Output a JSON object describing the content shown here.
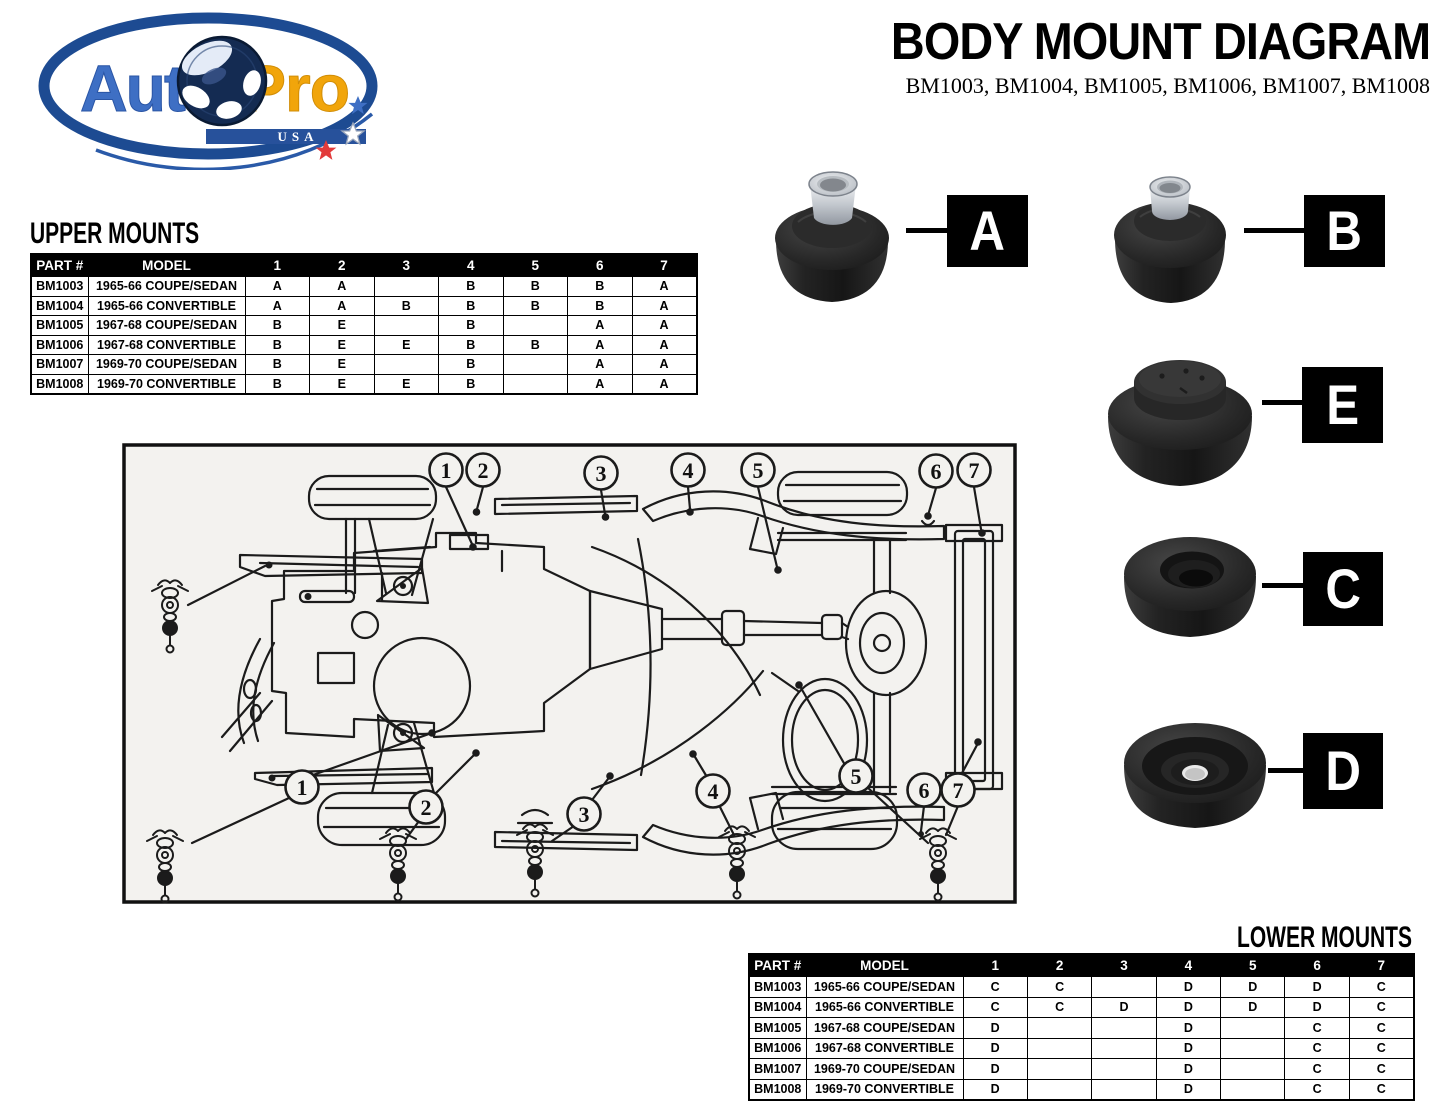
{
  "logo": {
    "part1": "Aut",
    "part2": "Pro",
    "usa": "USA"
  },
  "header": {
    "title": "BODY MOUNT DIAGRAM",
    "subtitle": "BM1003, BM1004, BM1005, BM1006, BM1007, BM1008"
  },
  "upper_mounts": {
    "heading": "UPPER MOUNTS",
    "columns": [
      "PART #",
      "MODEL",
      "1",
      "2",
      "3",
      "4",
      "5",
      "6",
      "7"
    ],
    "rows": [
      [
        "BM1003",
        "1965-66 COUPE/SEDAN",
        "A",
        "A",
        "",
        "B",
        "B",
        "B",
        "A"
      ],
      [
        "BM1004",
        "1965-66 CONVERTIBLE",
        "A",
        "A",
        "B",
        "B",
        "B",
        "B",
        "A"
      ],
      [
        "BM1005",
        "1967-68 COUPE/SEDAN",
        "B",
        "E",
        "",
        "B",
        "",
        "A",
        "A"
      ],
      [
        "BM1006",
        "1967-68 CONVERTIBLE",
        "B",
        "E",
        "E",
        "B",
        "B",
        "A",
        "A"
      ],
      [
        "BM1007",
        "1969-70 COUPE/SEDAN",
        "B",
        "E",
        "",
        "B",
        "",
        "A",
        "A"
      ],
      [
        "BM1008",
        "1969-70 CONVERTIBLE",
        "B",
        "E",
        "E",
        "B",
        "",
        "A",
        "A"
      ]
    ]
  },
  "lower_mounts": {
    "heading": "LOWER MOUNTS",
    "columns": [
      "PART #",
      "MODEL",
      "1",
      "2",
      "3",
      "4",
      "5",
      "6",
      "7"
    ],
    "rows": [
      [
        "BM1003",
        "1965-66 COUPE/SEDAN",
        "C",
        "C",
        "",
        "D",
        "D",
        "D",
        "C"
      ],
      [
        "BM1004",
        "1965-66 CONVERTIBLE",
        "C",
        "C",
        "D",
        "D",
        "D",
        "D",
        "C"
      ],
      [
        "BM1005",
        "1967-68 COUPE/SEDAN",
        "D",
        "",
        "",
        "D",
        "",
        "C",
        "C"
      ],
      [
        "BM1006",
        "1967-68 CONVERTIBLE",
        "D",
        "",
        "",
        "D",
        "",
        "C",
        "C"
      ],
      [
        "BM1007",
        "1969-70 COUPE/SEDAN",
        "D",
        "",
        "",
        "D",
        "",
        "C",
        "C"
      ],
      [
        "BM1008",
        "1969-70 CONVERTIBLE",
        "D",
        "",
        "",
        "D",
        "",
        "C",
        "C"
      ]
    ]
  },
  "mounts": [
    {
      "letter": "A"
    },
    {
      "letter": "B"
    },
    {
      "letter": "E"
    },
    {
      "letter": "C"
    },
    {
      "letter": "D"
    }
  ],
  "diagram": {
    "callouts_top": [
      "1",
      "2",
      "3",
      "4",
      "5",
      "6",
      "7"
    ],
    "callouts_bottom": [
      "1",
      "2",
      "3",
      "4",
      "5",
      "6",
      "7"
    ]
  },
  "colors": {
    "logo_blue": "#3e6fc4",
    "logo_navy": "#142b52",
    "logo_bar_blue": "#27519b",
    "logo_gold": "#f1a50b",
    "star_red": "#e23b3b",
    "ink": "#000000",
    "paper": "#ffffff",
    "diagram_paper": "#f3f2ef"
  }
}
